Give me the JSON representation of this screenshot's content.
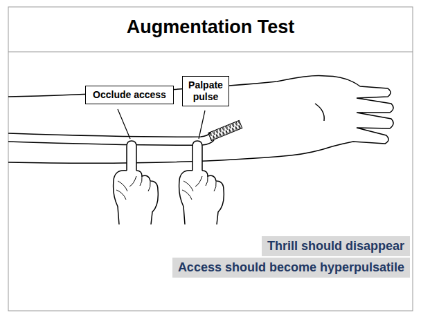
{
  "diagram": {
    "title": "Augmentation Test",
    "nodes": [
      {
        "text": [
          "Occlude access"
        ]
      },
      {
        "text": [
          "Palpate pulse"
        ]
      },
      {
        "text": [
          "Thrill should disappear"
        ]
      },
      {
        "text": [
          "Access should become hyperpulsatile"
        ]
      }
    ]
  }
}
